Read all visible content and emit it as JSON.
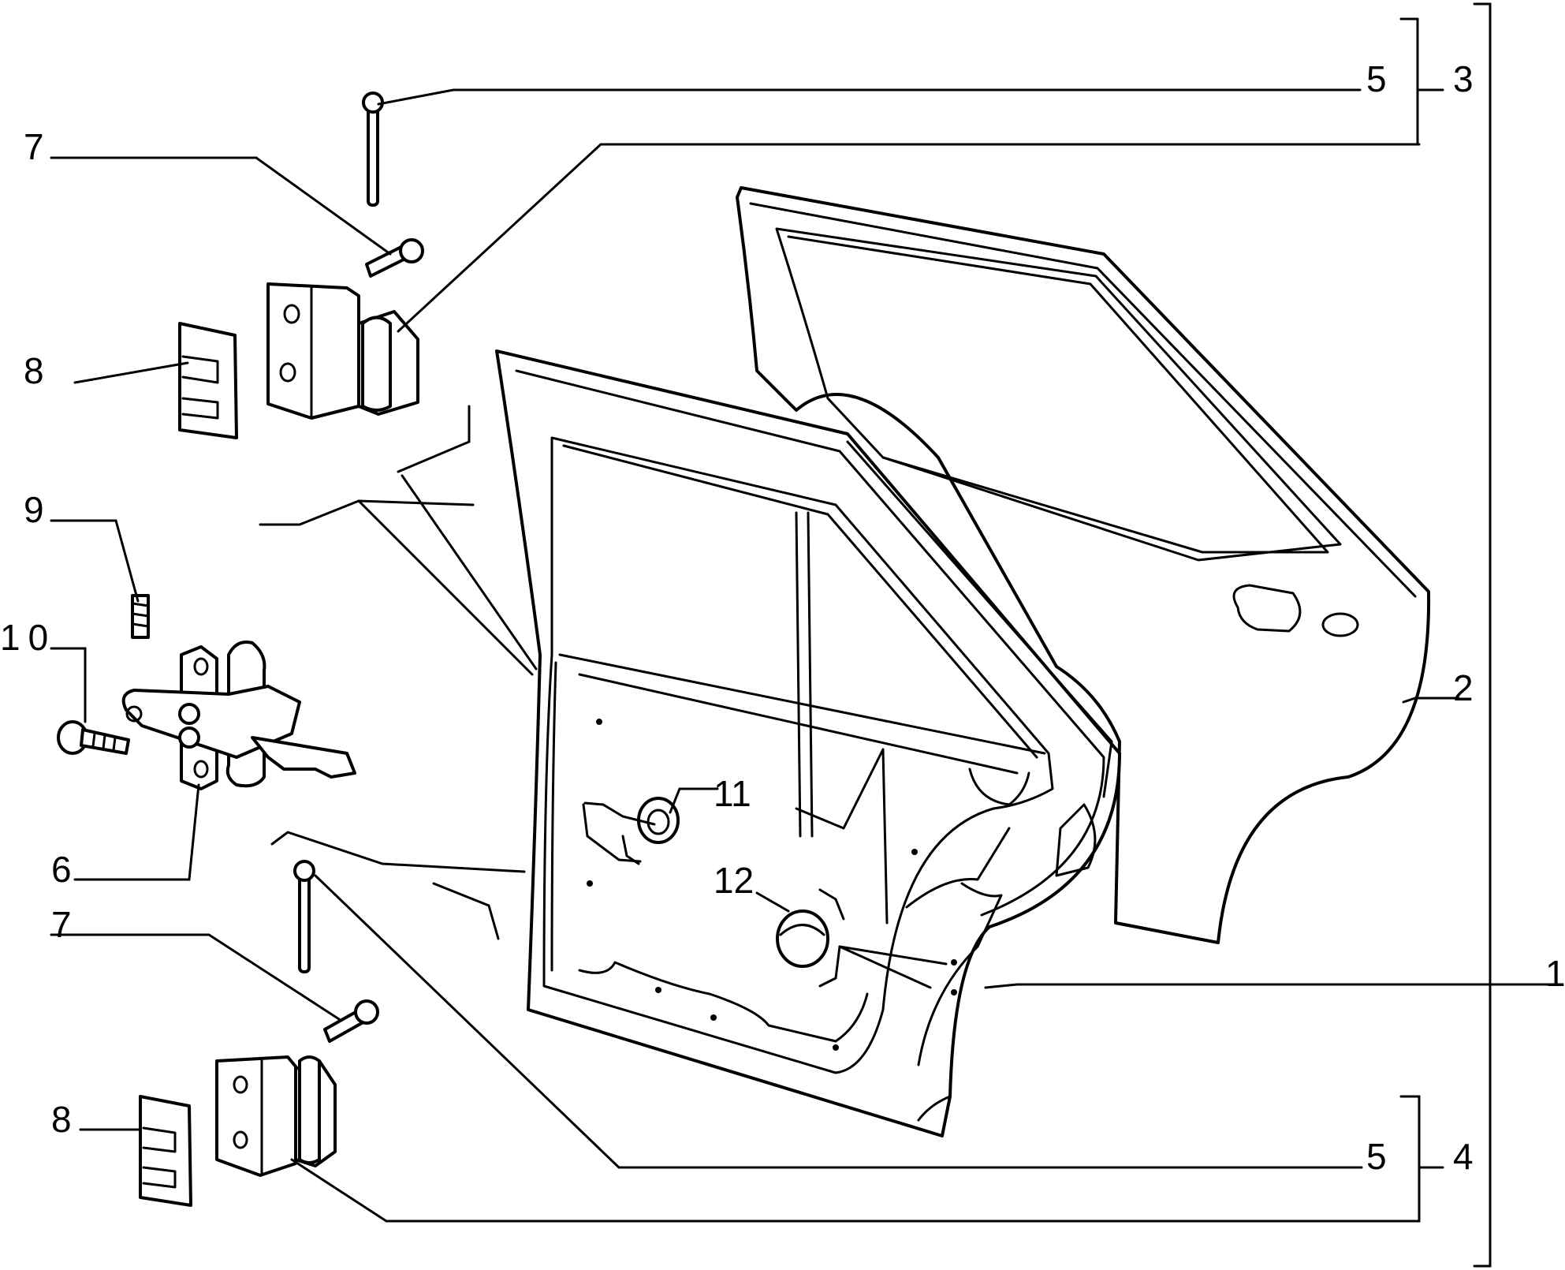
{
  "callouts": {
    "c1": "1",
    "c2": "2",
    "c3": "3",
    "c4": "4",
    "c5_top": "5",
    "c5_bottom": "5",
    "c6": "6",
    "c7_top": "7",
    "c7_bottom": "7",
    "c8_top": "8",
    "c8_bottom": "8",
    "c9": "9",
    "c10": "10",
    "c11": "11",
    "c12": "12"
  },
  "colors": {
    "line": "#000000",
    "background": "#ffffff"
  }
}
